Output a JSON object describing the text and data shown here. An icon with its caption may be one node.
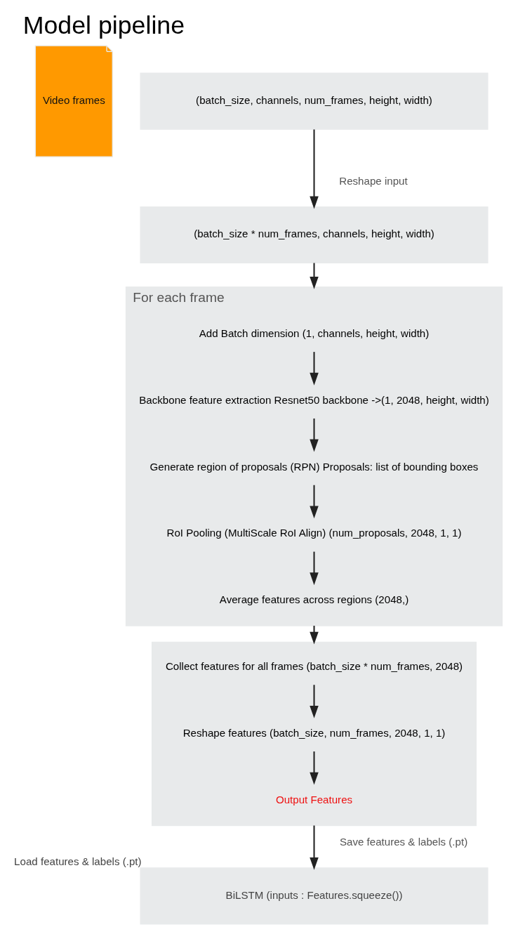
{
  "diagram": {
    "title": "Model pipeline",
    "nodes": [
      {
        "text": [
          "Video frames"
        ]
      },
      {
        "text": [
          "(batch_size, channels, num_frames, height, width)"
        ]
      },
      {
        "text": [
          "(batch_size * num_frames, channels, height, width)"
        ]
      },
      {
        "text": [
          "For each frame"
        ]
      },
      {
        "text": [
          "Add Batch dimension (1, channels, height, width)"
        ],
        "in": 3
      },
      {
        "text": [
          "Backbone feature extraction Resnet50 backbone ->(1, 2048, height, width)"
        ],
        "in": 3
      },
      {
        "text": [
          "Generate region of proposals (RPN) Proposals: list of bounding boxes"
        ],
        "in": 3
      },
      {
        "text": [
          "RoI Pooling (MultiScale RoI Align) (num_proposals, 2048, 1, 1)"
        ],
        "in": 3
      },
      {
        "text": [
          "Average features across regions (2048,)"
        ],
        "in": 3
      },
      {
        "text": [],
        "shape": "box"
      },
      {
        "text": [
          "Collect features for all frames (batch_size * num_frames, 2048)"
        ],
        "in": 9
      },
      {
        "text": [
          "Reshape features (batch_size, num_frames, 2048, 1, 1)"
        ],
        "in": 9
      },
      {
        "text": [
          "Output Features"
        ],
        "in": 9
      },
      {
        "text": [
          "BiLSTM (inputs : Features.squeeze())"
        ],
        "beside": [
          "Load features & labels (.pt)"
        ]
      }
    ],
    "edges": [
      {
        "from": 1,
        "to": 2,
        "arrow": "to",
        "label": "Reshape input"
      },
      {
        "from": 2,
        "to": 3,
        "arrow": "to"
      },
      {
        "from": 4,
        "to": 5,
        "arrow": "to"
      },
      {
        "from": 5,
        "to": 6,
        "arrow": "to"
      },
      {
        "from": 6,
        "to": 7,
        "arrow": "to"
      },
      {
        "from": 7,
        "to": 8,
        "arrow": "to"
      },
      {
        "from": 3,
        "to": 9,
        "arrow": "to"
      },
      {
        "from": 10,
        "to": 11,
        "arrow": "to"
      },
      {
        "from": 11,
        "to": 12,
        "arrow": "to"
      },
      {
        "from": 9,
        "to": 13,
        "arrow": "to",
        "label": "Save features & labels (.pt)"
      }
    ]
  }
}
